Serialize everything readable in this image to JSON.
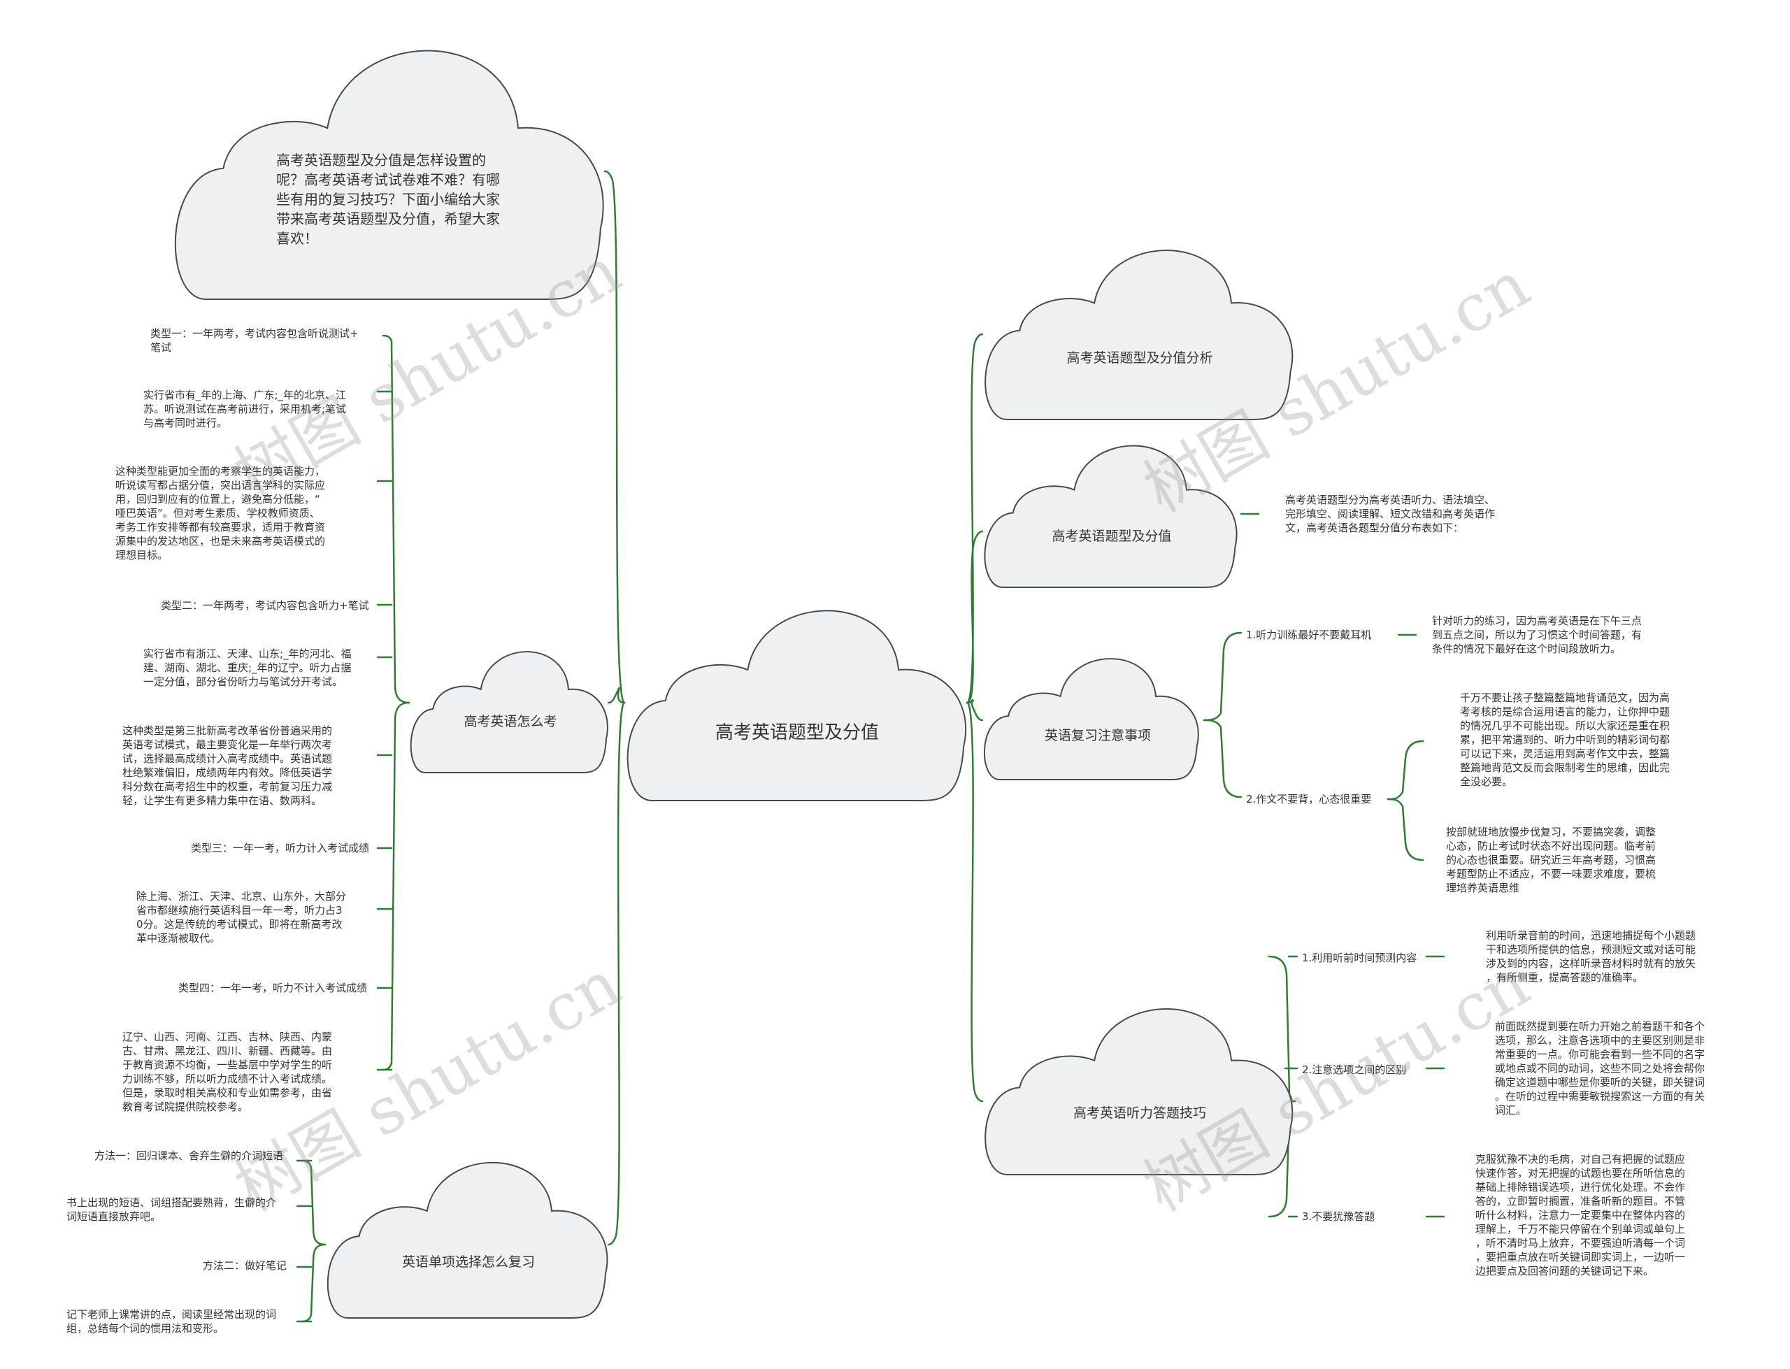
{
  "colors": {
    "line": "#2e7d32",
    "cloud_fill": "#eff0f2",
    "cloud_stroke": "#4a4a4a",
    "text": "#333333"
  },
  "root": {
    "label": "高考英语题型及分值"
  },
  "intro": {
    "text": "高考英语题型及分值是怎样设置的呢？高考英语考试试卷难不难？有哪些有用的复习技巧？下面小编给大家带来高考英语题型及分值，希望大家喜欢！"
  },
  "right": {
    "analysis": {
      "label": "高考英语题型及分值分析"
    },
    "types": {
      "label": "高考英语题型及分值",
      "note": "高考英语题型分为高考英语听力、语法填空、\n完形填空、阅读理解、短文改错和高考英语作\n文，高考英语各题型分值分布表如下："
    },
    "review": {
      "label": "英语复习注意事项",
      "items": [
        {
          "label": "1.听力训练最好不要戴耳机",
          "detail": "针对听力的练习，因为高考英语是在下午三点\n到五点之间，所以为了习惯这个时间答题，有\n条件的情况下最好在这个时间段放听力。"
        },
        {
          "label": "2.作文不要背，心态很重要",
          "detail": "千万不要让孩子整篇整篇地背诵范文，因为高\n考考核的是综合运用语言的能力，让你押中题\n的情况几乎不可能出现。所以大家还是重在积\n累，把平常遇到的、听力中听到的精彩词句都\n可以记下来，灵活运用到高考作文中去，整篇\n整篇地背范文反而会限制考生的思维，因此完\n全没必要。",
          "detail2": "按部就班地放慢步伐复习，不要搞突袭，调整\n心态，防止考试时状态不好出现问题。临考前\n的心态也很重要。研究近三年高考题，习惯高\n考题型防止不适应，不要一味要求难度，要梳\n理培养英语思维"
        }
      ]
    },
    "listening": {
      "label": "高考英语听力答题技巧",
      "items": [
        {
          "label": "1.利用听前时间预测内容",
          "detail": "利用听录音前的时间，迅速地捕捉每个小题题\n干和选项所提供的信息，预测短文或对话可能\n涉及到的内容，这样听录音材料时就有的放矢\n，有所侧重，提高答题的准确率。"
        },
        {
          "label": "2.注意选项之间的区别",
          "detail": "前面既然提到要在听力开始之前看题干和各个\n选项，那么，注意各选项中的主要区别则是非\n常重要的一点。你可能会看到一些不同的名字\n或地点或不同的动词，这些不同之处将会帮你\n确定这道题中哪些是你要听的关键，即关键词\n。在听的过程中需要敏锐搜索这一方面的有关\n词汇。"
        },
        {
          "label": "3.不要犹豫答题",
          "detail": "克服犹豫不决的毛病，对自己有把握的试题应\n快速作答，对无把握的试题也要在所听信息的\n基础上排除错误选项，进行优化处理。不会作\n答的，立即暂时搁置，准备听新的题目。不管\n听什么材料，注意力一定要集中在整体内容的\n理解上，千万不能只停留在个别单词或单句上\n，听不清时马上放弃，不要强迫听清每一个词\n，要把重点放在听关键词即实词上，一边听一\n边把要点及回答问题的关键词记下来。"
        }
      ]
    }
  },
  "left": {
    "howto": {
      "label": "高考英语怎么考",
      "items": [
        "类型一：一年两考，考试内容包含听说测试+\n笔试",
        "实行省市有_年的上海、广东;_年的北京、江\n苏。听说测试在高考前进行，采用机考;笔试\n与高考同时进行。",
        "这种类型能更加全面的考察学生的英语能力，\n听说读写都占据分值，突出语言学科的实际应\n用，回归到应有的位置上，避免高分低能，“\n哑巴英语”。但对考生素质、学校教师资质、\n考务工作安排等都有较高要求，适用于教育资\n源集中的发达地区，也是未来高考英语模式的\n理想目标。",
        "类型二：一年两考，考试内容包含听力+笔试",
        "实行省市有浙江、天津、山东;_年的河北、福\n建、湖南、湖北、重庆;_年的辽宁。听力占据\n一定分值，部分省份听力与笔试分开考试。",
        "这种类型是第三批新高考改革省份普遍采用的\n英语考试模式，最主要变化是一年举行两次考\n试，选择最高成绩计入高考成绩中。英语试题\n杜绝繁难偏旧，成绩两年内有效。降低英语学\n科分数在高考招生中的权重，考前复习压力减\n轻，让学生有更多精力集中在语、数两科。",
        "类型三：一年一考，听力计入考试成绩",
        "除上海、浙江、天津、北京、山东外，大部分\n省市都继续施行英语科目一年一考，听力占3\n0分。这是传统的考试模式，即将在新高考改\n革中逐渐被取代。",
        "类型四：一年一考，听力不计入考试成绩",
        "辽宁、山西、河南、江西、吉林、陕西、内蒙\n古、甘肃、黑龙江、四川、新疆、西藏等。由\n于教育资源不均衡，一些基层中学对学生的听\n力训练不够，所以听力成绩不计入考试成绩。\n但是，录取时相关高校和专业如需参考，由省\n教育考试院提供院校参考。"
      ]
    },
    "single": {
      "label": "英语单项选择怎么复习",
      "items": [
        "方法一：回归课本、舍弃生僻的介词短语",
        "书上出现的短语、词组搭配要熟背，生僻的介\n词短语直接放弃吧。",
        "方法二：做好笔记",
        "记下老师上课常讲的点，阅读里经常出现的词\n组，总结每个词的惯用法和变形。"
      ]
    }
  },
  "watermarks": [
    "树图 shutu.cn",
    "树图 shutu.cn",
    "树图 shutu.cn",
    "树图 shutu.cn"
  ]
}
